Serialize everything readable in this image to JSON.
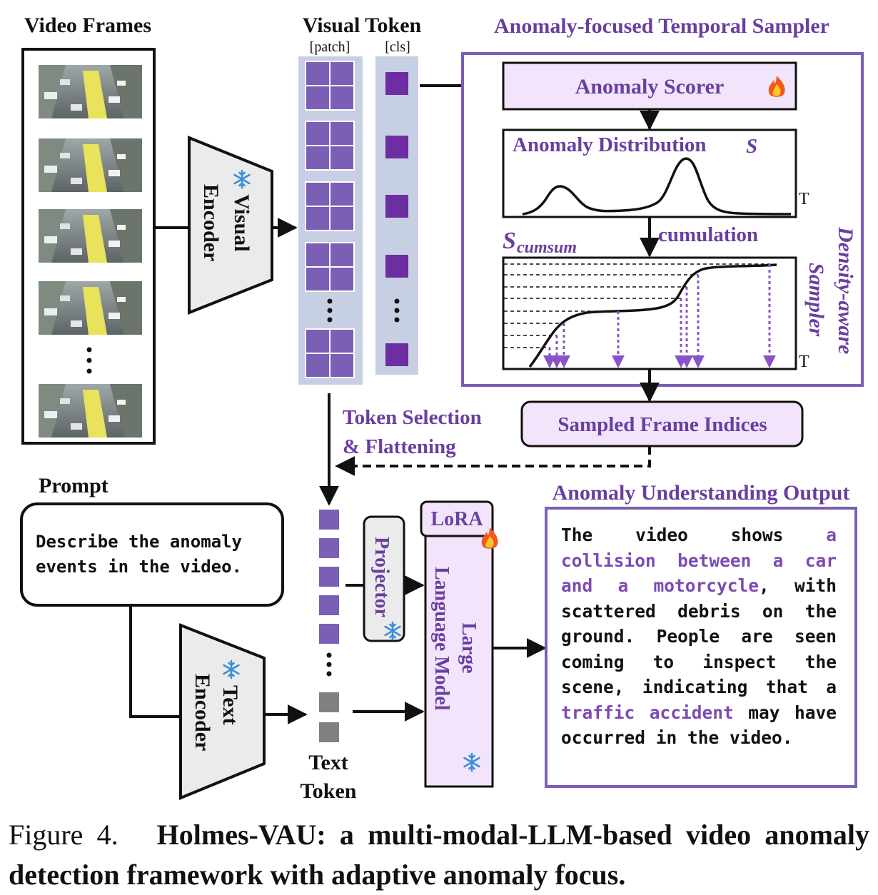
{
  "labels": {
    "video_frames": "Video Frames",
    "visual_token": "Visual Token",
    "patch": "[patch]",
    "cls": "[cls]",
    "sampler_title": "Anomaly-focused Temporal Sampler",
    "anomaly_scorer": "Anomaly Scorer",
    "anomaly_distribution": "Anomaly Distribution",
    "s_symbol": "S",
    "s_cumsum_main": "S",
    "s_cumsum_sub": "cumsum",
    "t_axis_1": "T",
    "t_axis_2": "T",
    "cumulation": "cumulation",
    "density_aware_1": "Density-aware",
    "density_aware_2": "Sampler",
    "visual_encoder_1": "Visual",
    "visual_encoder_2": "Encoder",
    "token_selection_1": "Token Selection",
    "token_selection_2": "& Flattening",
    "sampled_frame_indices": "Sampled Frame Indices",
    "prompt": "Prompt",
    "text_encoder_1": "Text",
    "text_encoder_2": "Encoder",
    "text_token_1": "Text",
    "text_token_2": "Token",
    "projector": "Projector",
    "lora": "LoRA",
    "llm_1": "Large",
    "llm_2": "Language Model",
    "output_title": "Anomaly Understanding Output"
  },
  "prompt_text": "Describe the anomaly events in the video.",
  "output": {
    "part1": "The video shows ",
    "hl1": "a collision between a car and a motorcycle",
    "part2": ", with scattered debris on the ground. People are seen coming to inspect the scene, indicating that a ",
    "hl2": "traffic accident",
    "part3": " may have occurred in the video."
  },
  "caption": {
    "figure": "Figure 4.",
    "text": "Holmes-VAU: a multi-modal-LLM-based video anomaly detection framework with adaptive anomaly focus."
  },
  "icons": {
    "frozen": "snowflake-icon",
    "trainable": "fire-icon",
    "ellipsis": "vertical-ellipsis"
  },
  "colors": {
    "purple": "#6a3ea1",
    "light_purple": "#f1e4fb",
    "token_purple": "#7a5fb5",
    "cls_purple": "#6c2ea0",
    "token_bg": "#c7cfe3",
    "gray": "#808080"
  }
}
